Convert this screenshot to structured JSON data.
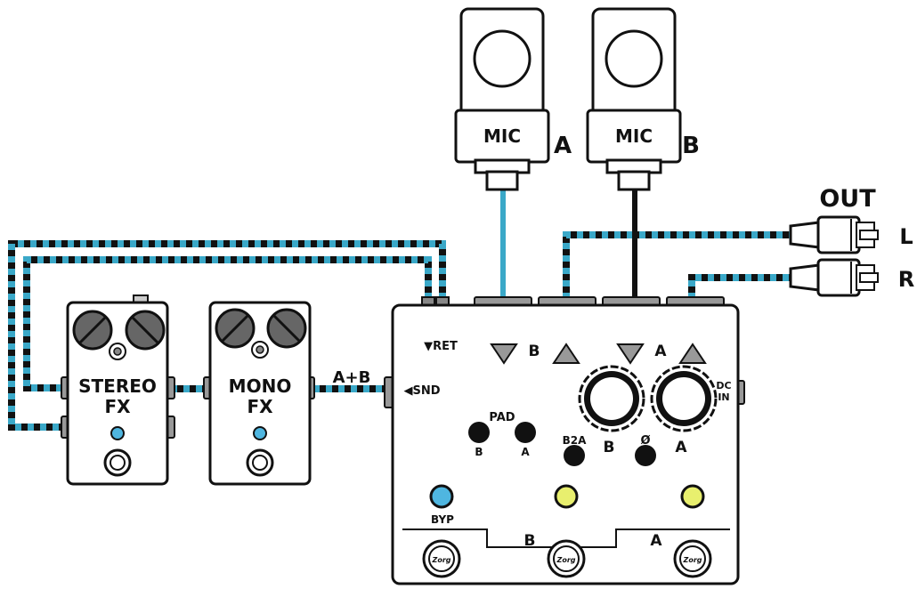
{
  "microphones": [
    {
      "name": "MIC",
      "letter": "A",
      "cable_color": "#3aa8c8"
    },
    {
      "name": "MIC",
      "letter": "B",
      "cable_color": "#111111"
    }
  ],
  "output": {
    "title": "OUT",
    "left": "L",
    "right": "R"
  },
  "pedals": [
    {
      "line1": "STEREO",
      "line2": "FX"
    },
    {
      "line1": "MONO",
      "line2": "FX"
    }
  ],
  "cable_label": "A+B",
  "main_unit": {
    "ret_label": "▼RET",
    "snd_label": "◀SND",
    "channel_b": "B",
    "channel_a": "A",
    "pad_label": "PAD",
    "pad_b": "B",
    "pad_a": "A",
    "b2a_label": "B2A",
    "phase_label": "Ø",
    "knob_b": "B",
    "knob_a": "A",
    "dc_line1": "DC",
    "dc_line2": "IN",
    "byp_label": "BYP",
    "foot_b": "B",
    "foot_a": "A",
    "logo_text": "Zorg"
  },
  "colors": {
    "accent": "#3aa8c8",
    "led_blue": "#4fb6e0",
    "led_yellow": "#e8ef6e",
    "outline": "#111111"
  }
}
